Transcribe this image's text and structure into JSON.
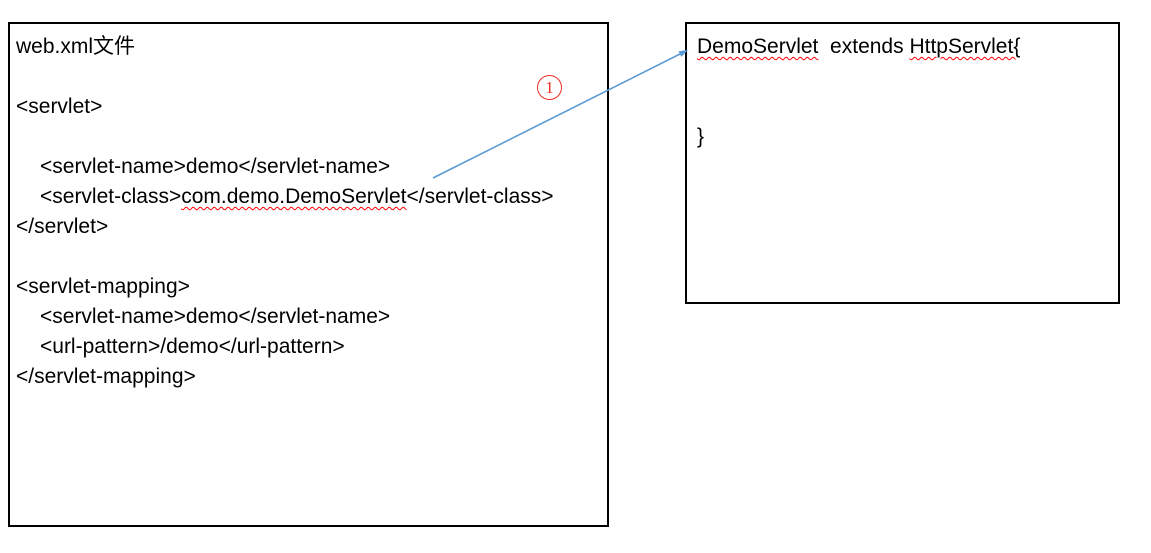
{
  "colors": {
    "arrow_blue": "#5b9bd5",
    "annotation_red": "#ee2e24",
    "squiggle_red": "#ff0000",
    "box_border": "#000000",
    "text": "#000000",
    "background": "#ffffff"
  },
  "annotation": {
    "number": "1"
  },
  "web_xml_box": {
    "title": "web.xml文件",
    "servlet_open": "<servlet>",
    "servlet_name": "<servlet-name>demo</servlet-name>",
    "servlet_class_open": "<servlet-class>",
    "servlet_class_value": "com.demo.DemoServlet",
    "servlet_class_close": "</servlet-class>",
    "servlet_close": "</servlet>",
    "mapping_open": "<servlet-mapping>",
    "mapping_servlet_name": "<servlet-name>demo</servlet-name>",
    "url_pattern": "<url-pattern>/demo</url-pattern>",
    "mapping_close": "</servlet-mapping>"
  },
  "class_box": {
    "class_name": "DemoServlet",
    "extends_text": "  extends ",
    "superclass": "HttpServlet{",
    "closing_brace": "}"
  }
}
